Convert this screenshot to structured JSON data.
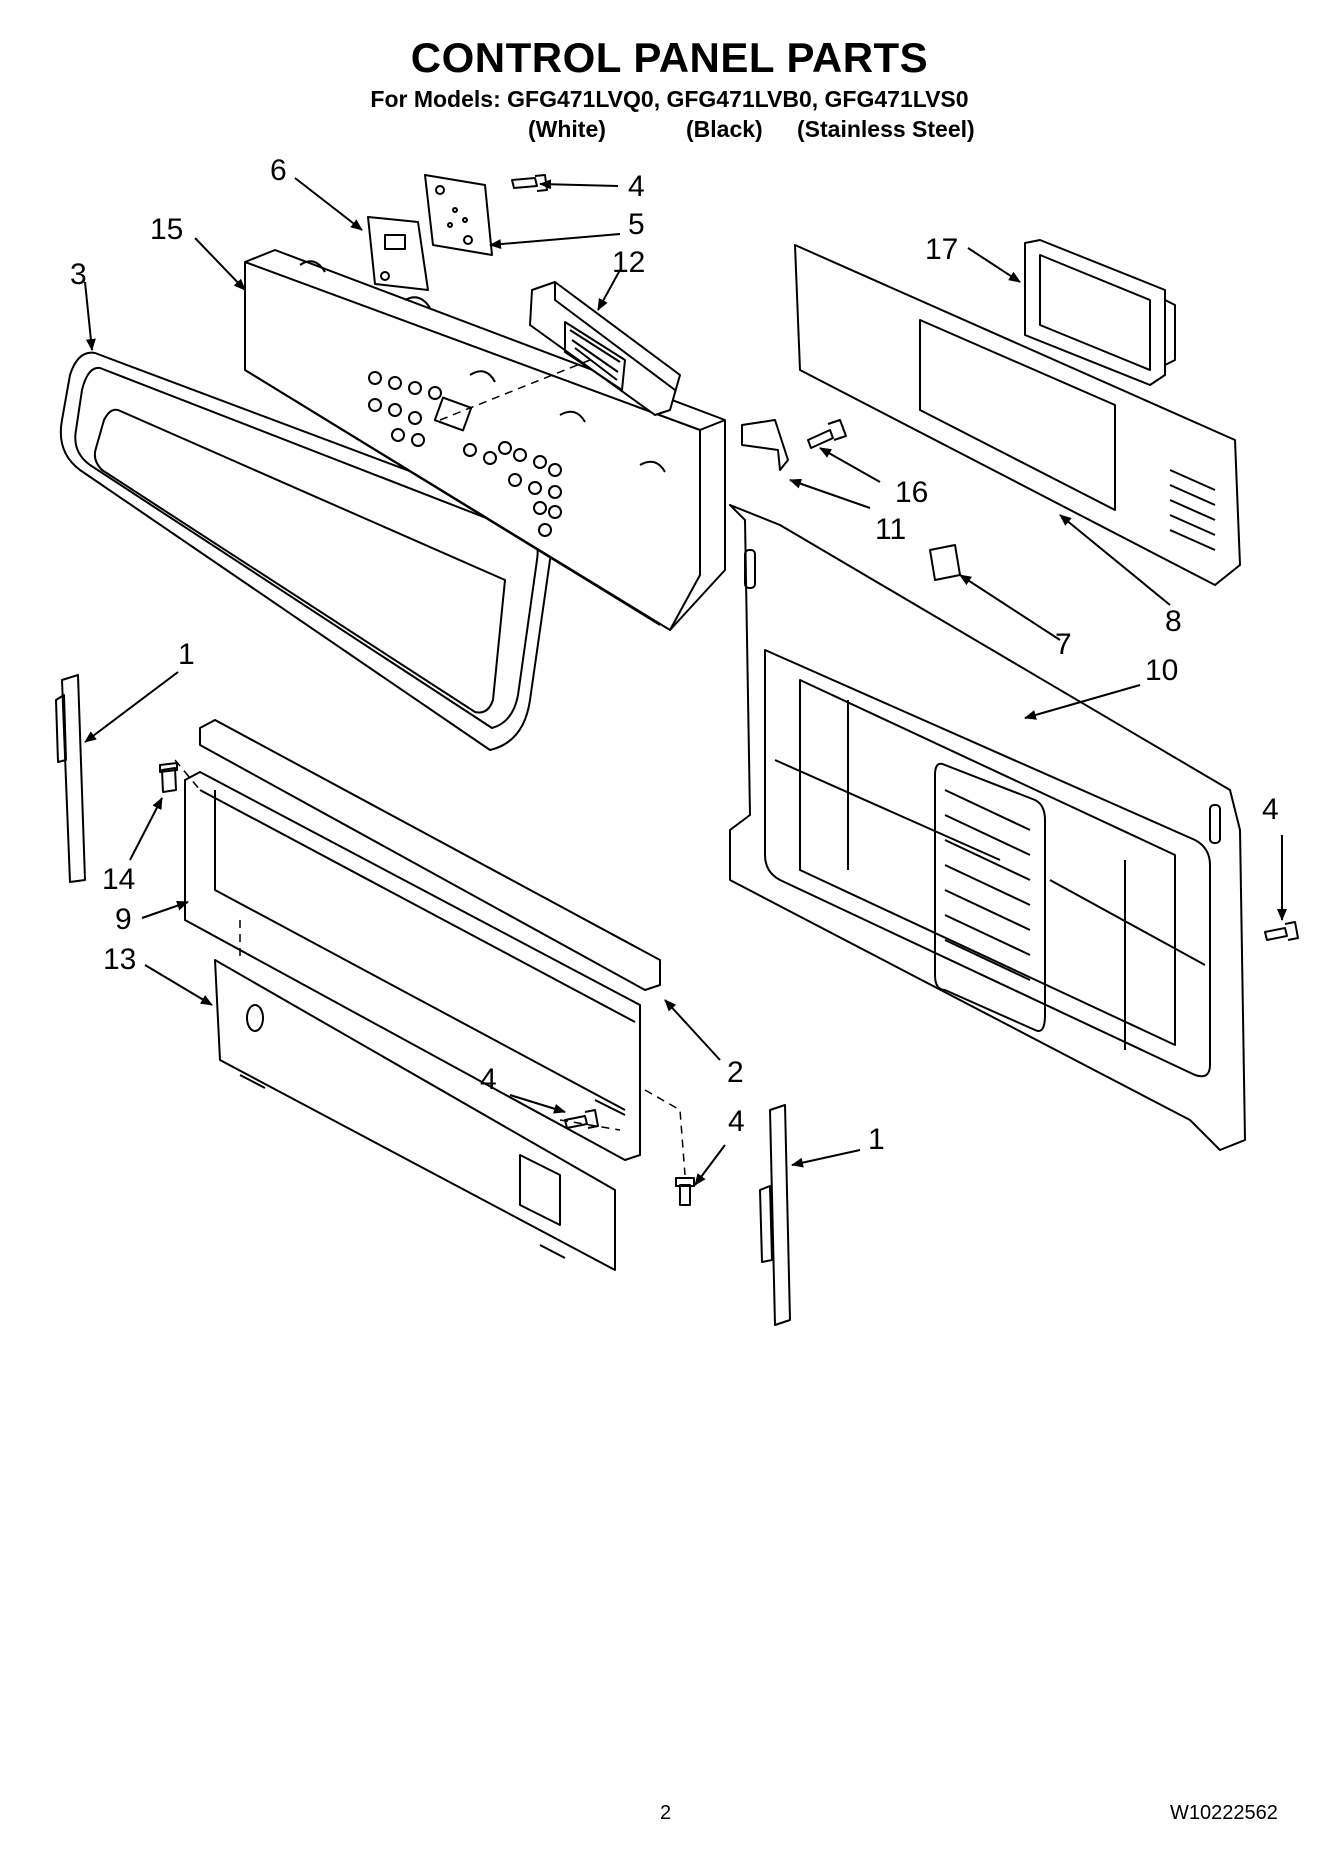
{
  "header": {
    "title": "CONTROL PANEL PARTS",
    "models_line": "For Models: GFG471LVQ0, GFG471LVB0, GFG471LVS0",
    "variants": [
      "(White)",
      "(Black)",
      "(Stainless Steel)"
    ]
  },
  "callouts": {
    "c1_left": "1",
    "c1_right": "1",
    "c2": "2",
    "c3": "3",
    "c4_top": "4",
    "c4_right": "4",
    "c4_lower_mid": "4",
    "c4_lower_right": "4",
    "c5": "5",
    "c6": "6",
    "c7": "7",
    "c8": "8",
    "c9": "9",
    "c10": "10",
    "c11": "11",
    "c12": "12",
    "c13": "13",
    "c14": "14",
    "c15": "15",
    "c16": "16",
    "c17": "17"
  },
  "footer": {
    "page_number": "2",
    "document_number": "W10222562"
  }
}
